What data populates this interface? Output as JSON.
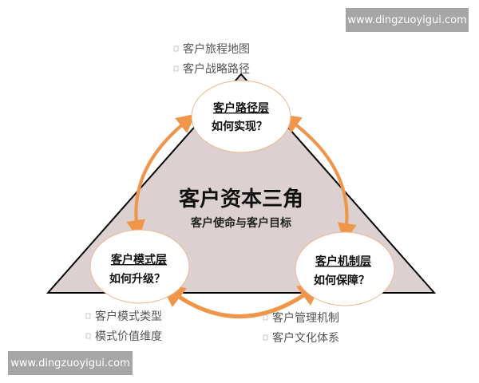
{
  "watermark": "www.dingzuoyigui.com",
  "center": {
    "title": "客户资本三角",
    "subtitle": "客户使命与客户目标"
  },
  "nodes": [
    {
      "title": "客户路径层",
      "question": "如何实现？",
      "bullets": [
        "客户旅程地图",
        "客户战略路径"
      ]
    },
    {
      "title": "客户模式层",
      "question": "如何升级？",
      "bullets": [
        "客户模式类型",
        "模式价值维度"
      ]
    },
    {
      "title": "客户机制层",
      "question": "如何保障？",
      "bullets": [
        "客户管理机制",
        "客户文化体系"
      ]
    }
  ],
  "colors": {
    "triangle": "#ddd0d0",
    "arrow": "#f0964a",
    "watermark_bg": "#a6a6a6"
  }
}
